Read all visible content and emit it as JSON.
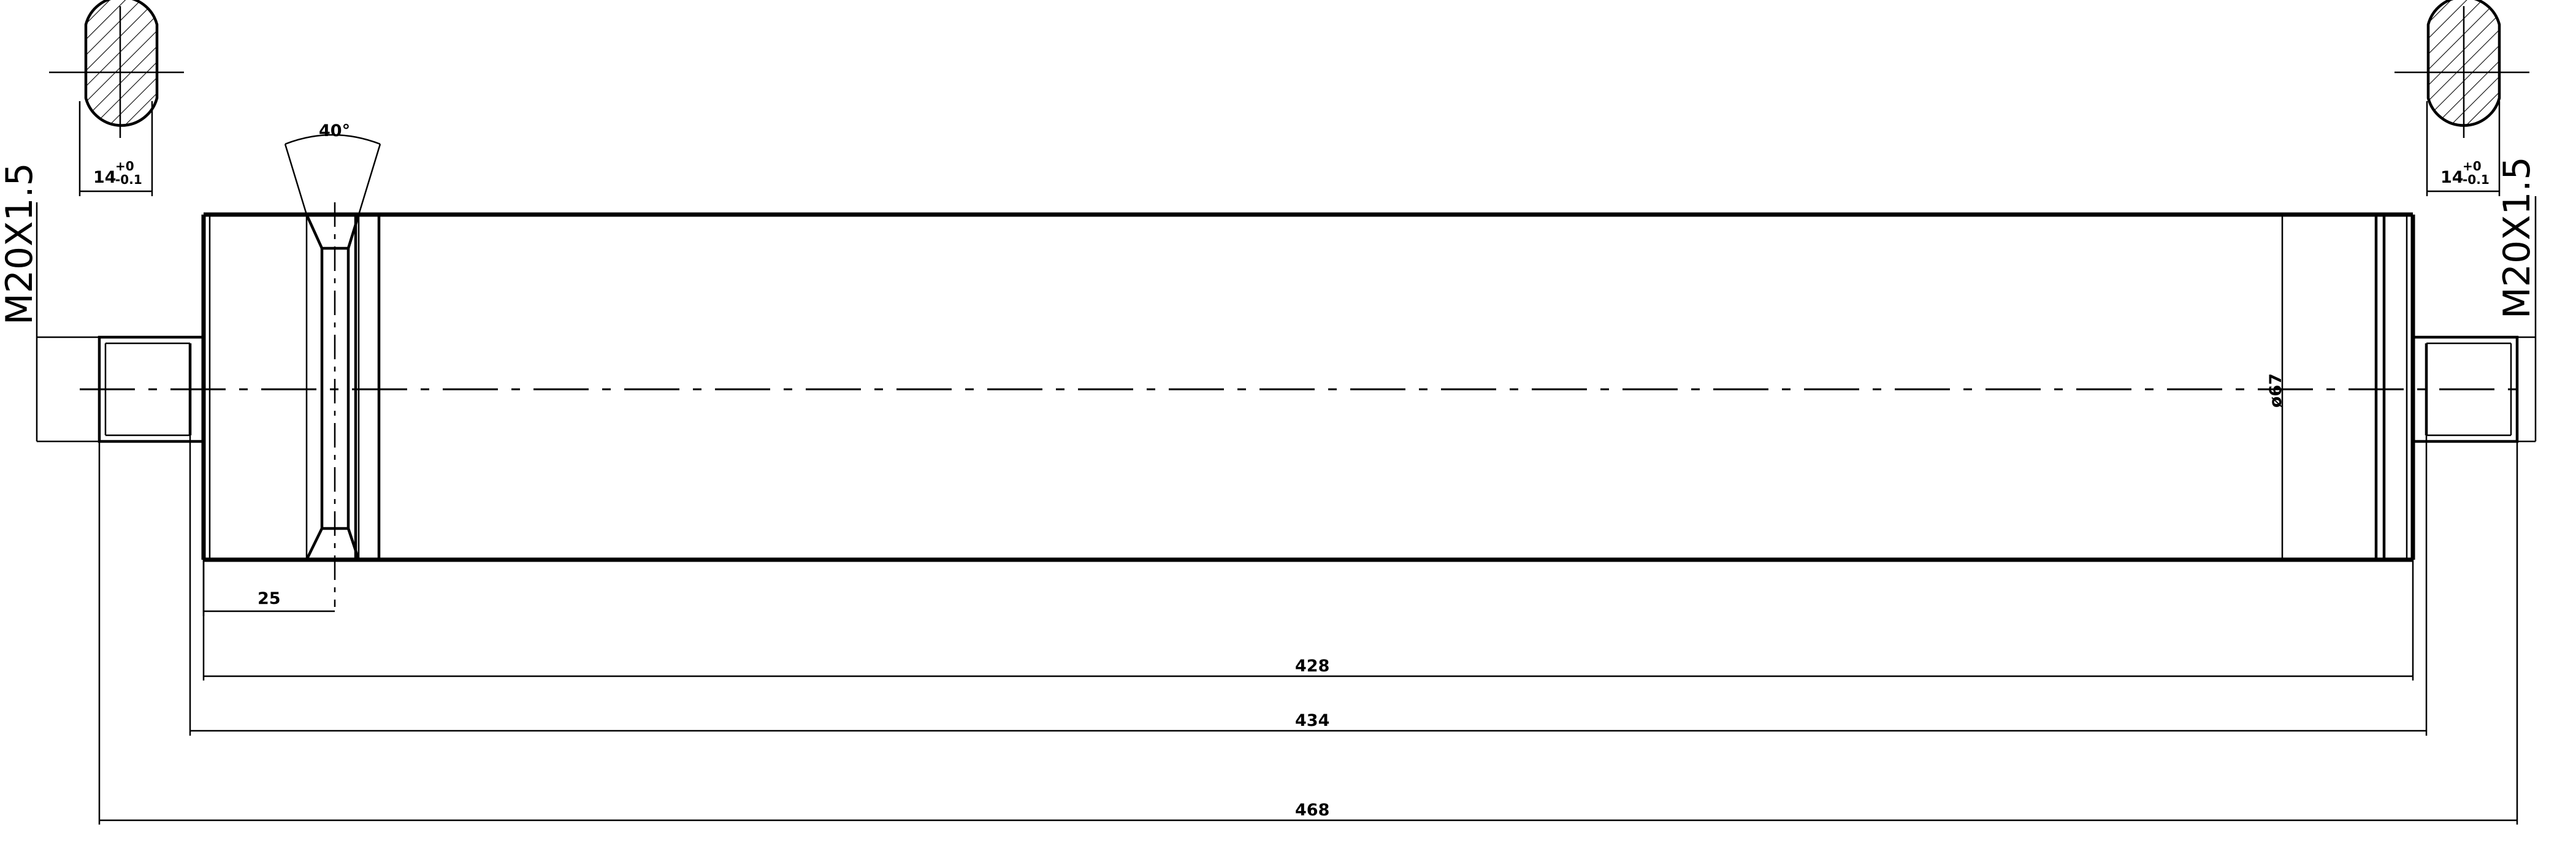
{
  "drawing": {
    "left_thread_label": "M20X1.5",
    "right_thread_label": "M20X1.5",
    "groove_angle_label": "40°",
    "diameter_label": "ø67",
    "flat_left": {
      "nominal": "14",
      "upper_tol": "+0",
      "lower_tol": "-0.1"
    },
    "flat_right": {
      "nominal": "14",
      "upper_tol": "+0",
      "lower_tol": "-0.1"
    },
    "dim_groove_offset": "25",
    "dim_tube_length": "428",
    "dim_shaft_shoulders": "434",
    "dim_overall": "468"
  },
  "colors": {
    "line": "#000000",
    "background": "#ffffff"
  }
}
